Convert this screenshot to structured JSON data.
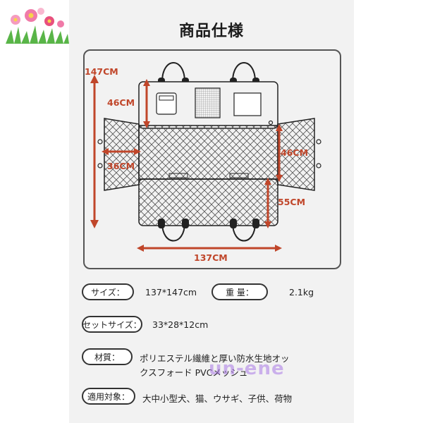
{
  "title": "商品仕様",
  "dimensions": {
    "total_height": "147CM",
    "back_height": "46CM",
    "flap_width": "36CM",
    "side_height": "46CM",
    "seat_depth": "55CM",
    "total_width": "137CM"
  },
  "specs": [
    {
      "label": "サイズ：",
      "value": "137*147cm"
    },
    {
      "label": "重 量：",
      "value": "2.1kg"
    },
    {
      "label": "セットサイズ：",
      "value": "33*28*12cm"
    },
    {
      "label": "材質：",
      "value_line1": "ポリエステル繊維と厚い防水生地オッ",
      "value_line2": "クスフォード PVCメッシュ"
    },
    {
      "label": "適用対象：",
      "value": "大中小型犬、猫、ウサギ、子供、荷物"
    }
  ],
  "watermark": "un-ene",
  "colors": {
    "dimension": "#c0462a",
    "panel": "#f2f2f2",
    "outline": "#333333"
  }
}
